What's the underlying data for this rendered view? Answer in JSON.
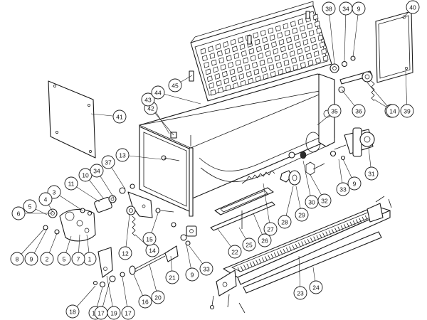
{
  "callouts": [
    {
      "label": "1"
    },
    {
      "label": "2"
    },
    {
      "label": "3"
    },
    {
      "label": "4"
    },
    {
      "label": "5"
    },
    {
      "label": "5"
    },
    {
      "label": "6"
    },
    {
      "label": "7"
    },
    {
      "label": "8"
    },
    {
      "label": "9"
    },
    {
      "label": "9"
    },
    {
      "label": "9"
    },
    {
      "label": "9"
    },
    {
      "label": "10"
    },
    {
      "label": "11"
    },
    {
      "label": "12"
    },
    {
      "label": "12"
    },
    {
      "label": "13"
    },
    {
      "label": "14"
    },
    {
      "label": "14"
    },
    {
      "label": "15"
    },
    {
      "label": "16"
    },
    {
      "label": "16"
    },
    {
      "label": "17"
    },
    {
      "label": "17"
    },
    {
      "label": "18"
    },
    {
      "label": "19"
    },
    {
      "label": "20"
    },
    {
      "label": "21"
    },
    {
      "label": "22"
    },
    {
      "label": "23"
    },
    {
      "label": "24"
    },
    {
      "label": "25"
    },
    {
      "label": "26"
    },
    {
      "label": "27"
    },
    {
      "label": "28"
    },
    {
      "label": "29"
    },
    {
      "label": "30"
    },
    {
      "label": "31"
    },
    {
      "label": "32"
    },
    {
      "label": "33"
    },
    {
      "label": "33"
    },
    {
      "label": "34"
    },
    {
      "label": "34"
    },
    {
      "label": "35"
    },
    {
      "label": "36"
    },
    {
      "label": "37"
    },
    {
      "label": "38"
    },
    {
      "label": "39"
    },
    {
      "label": "40"
    },
    {
      "label": "41"
    },
    {
      "label": "42"
    },
    {
      "label": "43"
    },
    {
      "label": "44"
    },
    {
      "label": "45"
    }
  ]
}
